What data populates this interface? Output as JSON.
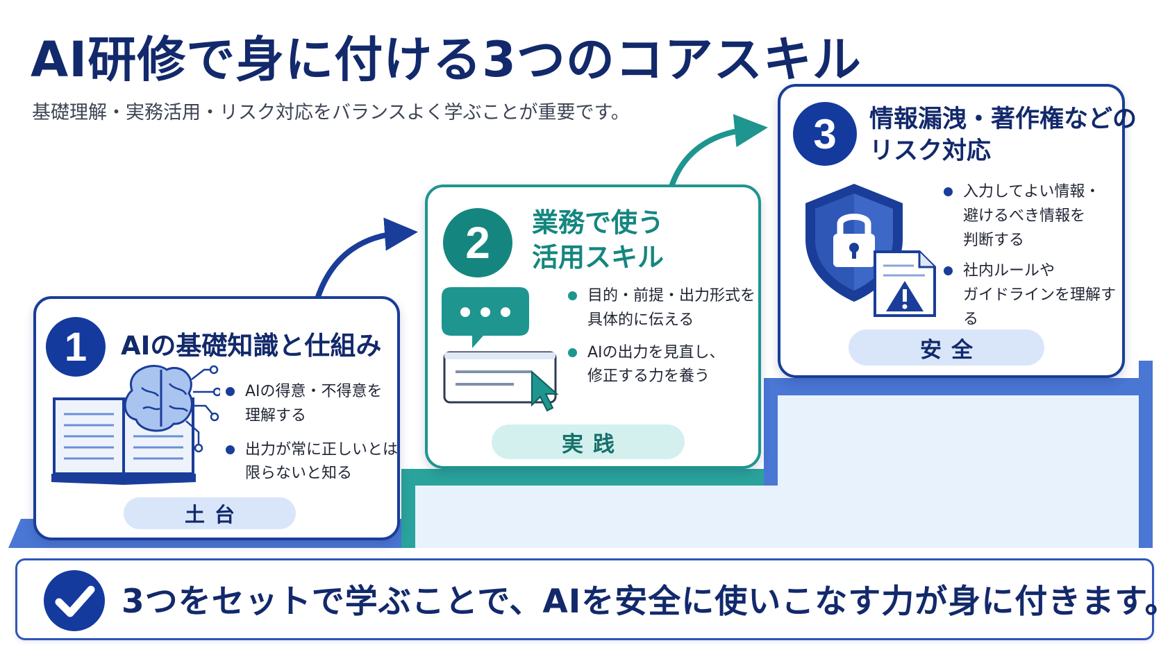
{
  "title": "AI研修で身に付ける3つのコアスキル",
  "subtitle": "基礎理解・実務活用・リスク対応をバランスよく学ぶことが重要です。",
  "colors": {
    "navy": "#12296b",
    "blue": "#1a3d99",
    "teal": "#1e958f",
    "stair_blue": "#4a76d4",
    "stair_teal": "#2aa39c",
    "stair_light": "#e8f2fc"
  },
  "steps": [
    {
      "number": "1",
      "title_lines": [
        "AIの基礎知識と仕組み"
      ],
      "bullets": [
        "AIの得意・不得意を\n理解する",
        "出力が常に正しいとは\n限らないと知る"
      ],
      "tag": "土台",
      "icon": "book-brain-icon"
    },
    {
      "number": "2",
      "title_lines": [
        "業務で使う",
        "活用スキル"
      ],
      "bullets": [
        "目的・前提・出力形式を\n具体的に伝える",
        "AIの出力を見直し、\n修正する力を養う"
      ],
      "tag": "実践",
      "icon": "chat-cursor-icon"
    },
    {
      "number": "3",
      "title_lines": [
        "情報漏洩・著作権などの",
        "リスク対応"
      ],
      "bullets": [
        "入力してよい情報・\n避けるべき情報を\n判断する",
        "社内ルールや\nガイドラインを理解する"
      ],
      "tag": "安全",
      "icon": "shield-lock-warning-icon"
    }
  ],
  "conclusion": "3つをセットで学ぶことで、AIを安全に使いこなす力が身に付きます。"
}
